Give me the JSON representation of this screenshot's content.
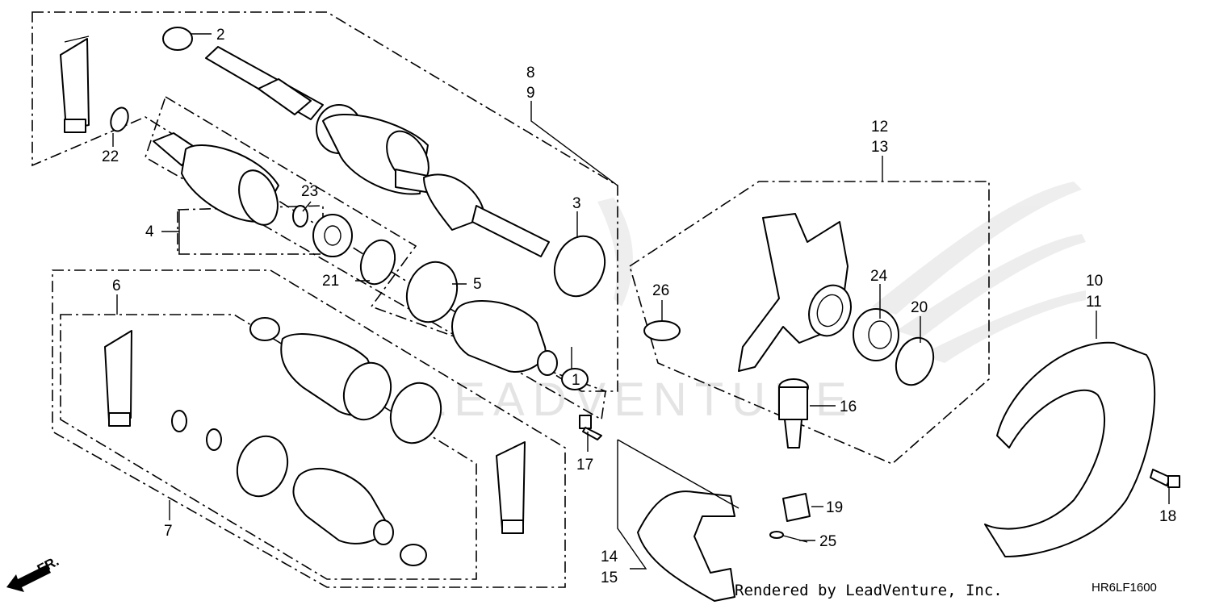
{
  "callouts": {
    "c1": "1",
    "c2": "2",
    "c3": "3",
    "c4": "4",
    "c5": "5",
    "c6": "6",
    "c7": "7",
    "c8": "8",
    "c9": "9",
    "c10": "10",
    "c11": "11",
    "c12": "12",
    "c13": "13",
    "c14": "14",
    "c15": "15",
    "c16": "16",
    "c17": "17",
    "c18": "18",
    "c19": "19",
    "c20": "20",
    "c21": "21",
    "c22": "22",
    "c23": "23",
    "c24": "24",
    "c25": "25",
    "c26": "26"
  },
  "orientation": {
    "label": "FR."
  },
  "footer": {
    "rendered_by": "Rendered by LeadVenture, Inc.",
    "diagram_code": "HR6LF1600"
  },
  "watermark": {
    "text": "LEADVENTURE"
  }
}
